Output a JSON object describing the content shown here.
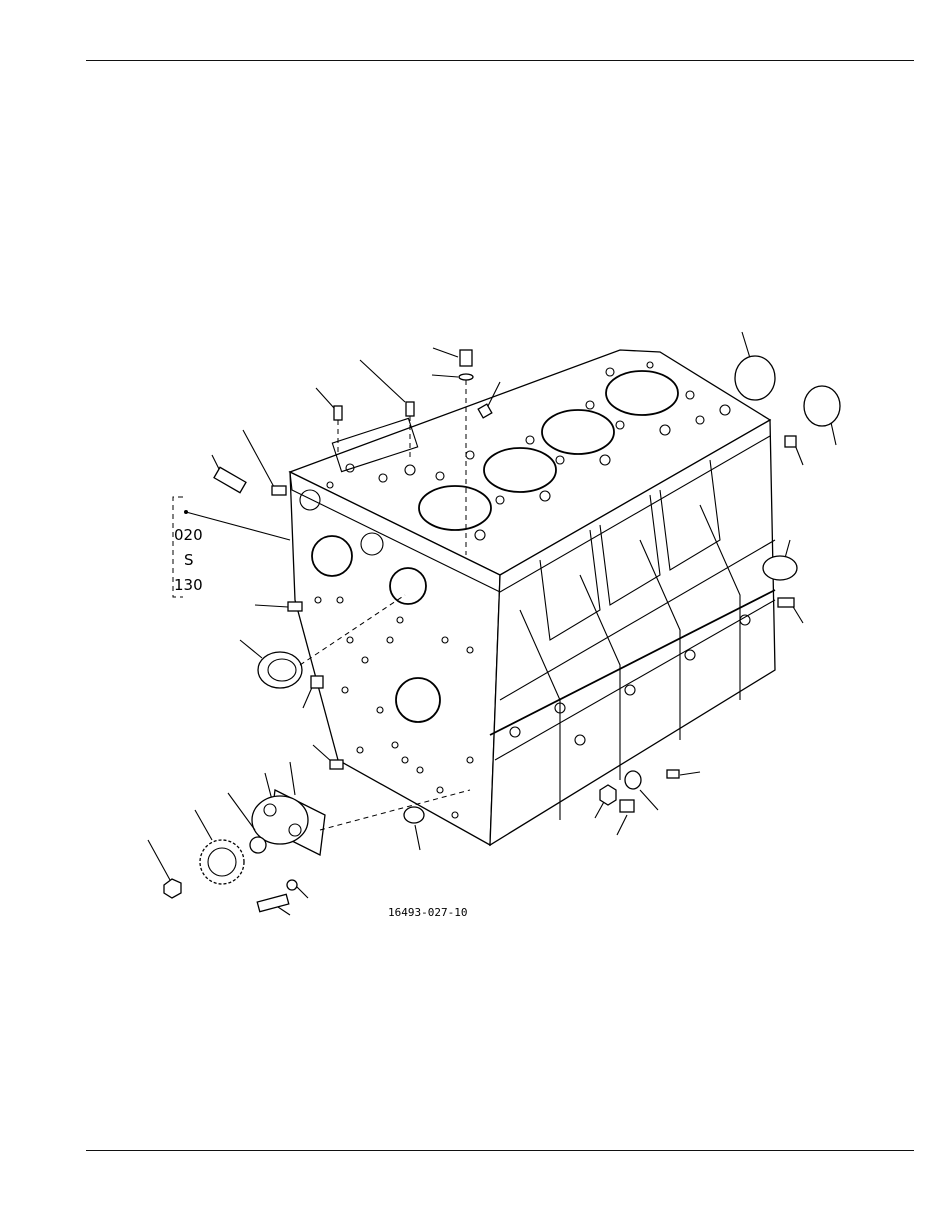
{
  "figure": {
    "range_label_start": "020",
    "range_label_separator": "S",
    "range_label_end": "130",
    "figure_number": "16493-027-10"
  }
}
